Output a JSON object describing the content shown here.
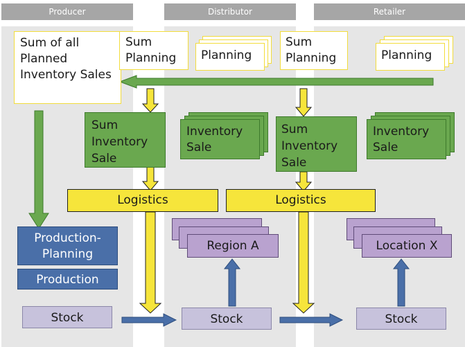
{
  "lanes": {
    "producer": "Producer",
    "distributor": "Distributor",
    "retailer": "Retailer"
  },
  "producer": {
    "sum_all": "Sum of all Planned Inventory Sales",
    "production_planning": "Production-Planning",
    "production": "Production",
    "stock": "Stock"
  },
  "distributor": {
    "sum_planning": "Sum Planning",
    "planning": "Planning",
    "sum_inventory_sale": "Sum Inventory Sale",
    "inventory_sale": "Inventory Sale",
    "logistics": "Logistics",
    "region": "Region A",
    "stock": "Stock"
  },
  "retailer": {
    "sum_planning": "Sum Planning",
    "planning": "Planning",
    "sum_inventory_sale": "Sum Inventory Sale",
    "inventory_sale": "Inventory Sale",
    "logistics": "Logistics",
    "location": "Location X",
    "stock": "Stock"
  },
  "colors": {
    "lane_header": "#a6a6a6",
    "lane_background": "#e6e6e6",
    "planning_border": "#f2dc3c",
    "inventory_green": "#6aa84f",
    "logistics_yellow": "#f6e53b",
    "production_blue": "#4a6fa8",
    "region_purple": "#b9a2cf",
    "stock_lavender": "#c7c2dc"
  }
}
